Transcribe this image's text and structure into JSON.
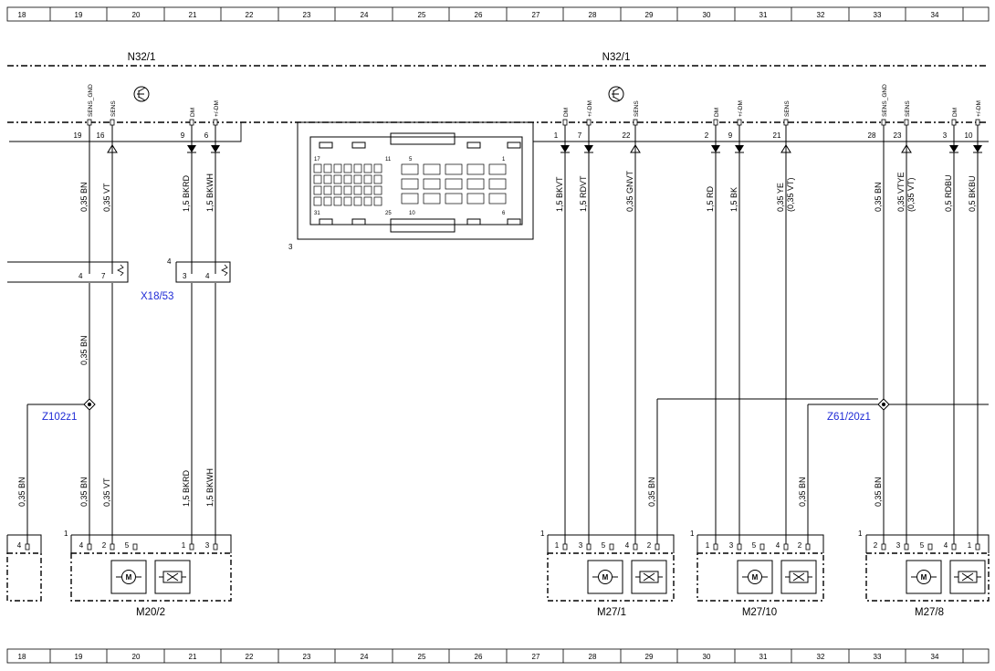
{
  "grid": {
    "columns": [
      "18",
      "19",
      "20",
      "21",
      "22",
      "23",
      "24",
      "25",
      "26",
      "27",
      "28",
      "29",
      "30",
      "31",
      "32",
      "33",
      "34"
    ]
  },
  "control_units": [
    {
      "label": "N32/1"
    },
    {
      "label": "N32/1"
    }
  ],
  "top_pins": [
    {
      "num": "19",
      "signal": "SENS_GND",
      "dir": "none"
    },
    {
      "num": "16",
      "signal": "SENS",
      "dir": "up"
    },
    {
      "num": "9",
      "signal": "DM",
      "dir": "down"
    },
    {
      "num": "6",
      "signal": "+/-DM",
      "dir": "down"
    },
    {
      "num": "1",
      "signal": "DM",
      "dir": "down"
    },
    {
      "num": "7",
      "signal": "+/-DM",
      "dir": "down"
    },
    {
      "num": "22",
      "signal": "SENS",
      "dir": "up"
    },
    {
      "num": "2",
      "signal": "DM",
      "dir": "down"
    },
    {
      "num": "9",
      "signal": "+/-DM",
      "dir": "down"
    },
    {
      "num": "21",
      "signal": "SENS",
      "dir": "up"
    },
    {
      "num": "28",
      "signal": "SENS_GND",
      "dir": "none"
    },
    {
      "num": "23",
      "signal": "SENS",
      "dir": "up"
    },
    {
      "num": "3",
      "signal": "DM",
      "dir": "down"
    },
    {
      "num": "10",
      "signal": "+/-DM",
      "dir": "down"
    }
  ],
  "upper_wires": [
    {
      "label": "0,35 BN"
    },
    {
      "label": "0,35 VT"
    },
    {
      "label": "1,5 BKRD"
    },
    {
      "label": "1,5 BKWH"
    },
    {
      "label": "1,5 BKVT"
    },
    {
      "label": "1,5 RDVT"
    },
    {
      "label": "0,35 GNVT"
    },
    {
      "label": "1,5 RD"
    },
    {
      "label": "1,5 BK"
    },
    {
      "label": "0,35 YE",
      "label2": "(0,35 VT)"
    },
    {
      "label": "0,35 BN"
    },
    {
      "label": "0,35 VTYE",
      "label2": "(0,35 VT)"
    },
    {
      "label": "0,5 RDBU"
    },
    {
      "label": "0,5 BKBU"
    }
  ],
  "lower_wires": [
    {
      "label": "0,35 BN"
    },
    {
      "label": "0,35 BN"
    },
    {
      "label": "0,35 BN"
    },
    {
      "label": "0,35 VT"
    },
    {
      "label": "1,5 BKRD"
    },
    {
      "label": "1,5 BKWH"
    },
    {
      "label": "0,35 BN"
    },
    {
      "label": "0,35 BN"
    },
    {
      "label": "0,35 BN"
    }
  ],
  "connectors": {
    "x18_53": {
      "label": "X18/53",
      "ref": "4",
      "pins": [
        "3",
        "4"
      ]
    },
    "left_inline": {
      "pins": [
        "4",
        "7"
      ]
    },
    "plug_3": {
      "label": "3",
      "numbers": [
        "17",
        "11",
        "5",
        "1",
        "31",
        "25",
        "10",
        "6"
      ]
    }
  },
  "splices": [
    {
      "label": "Z102z1"
    },
    {
      "label": "Z61/20z1"
    }
  ],
  "actuators": [
    {
      "label": "",
      "pins": [
        "4"
      ]
    },
    {
      "label": "M20/2",
      "ref": "1",
      "pins": [
        "4",
        "2",
        "5",
        "1",
        "3"
      ]
    },
    {
      "label": "M27/1",
      "ref": "1",
      "pins": [
        "1",
        "3",
        "5",
        "4",
        "2"
      ]
    },
    {
      "label": "M27/10",
      "ref": "1",
      "pins": [
        "1",
        "3",
        "5",
        "4",
        "2"
      ]
    },
    {
      "label": "M27/8",
      "ref": "1",
      "pins": [
        "2",
        "3",
        "5",
        "4",
        "1"
      ]
    }
  ],
  "icons": {
    "motor": "motor-icon",
    "sensor": "position-sensor-icon",
    "ground": "ground-symbol-icon"
  },
  "colors": {
    "line": "#000000",
    "reference_text": "#1f2bd6"
  }
}
